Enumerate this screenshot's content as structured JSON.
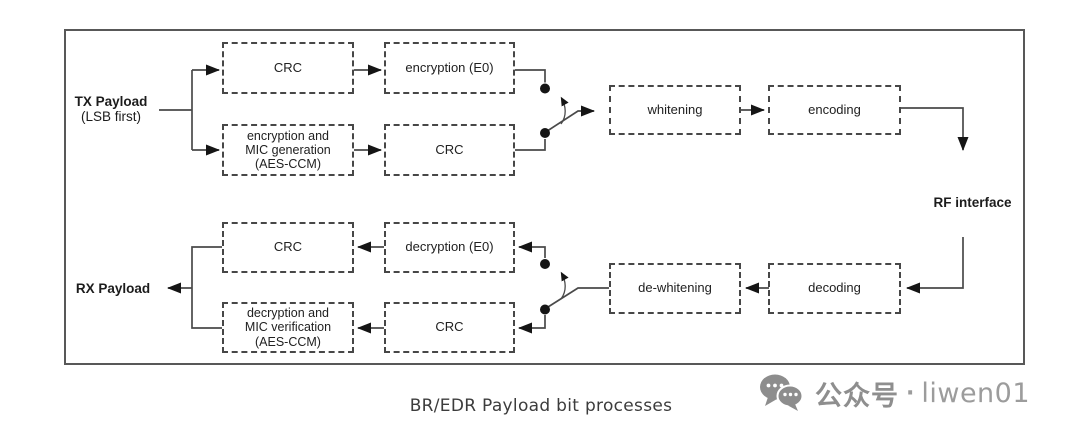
{
  "diagram": {
    "tx": {
      "label": "TX Payload",
      "sublabel": "(LSB first)"
    },
    "rx": {
      "label": "RX Payload"
    },
    "rf": {
      "label": "RF interface"
    },
    "boxes": [
      {
        "id": "tx-crc-upper",
        "label": "CRC"
      },
      {
        "id": "tx-encryption-e0",
        "label": "encryption (E0)"
      },
      {
        "id": "tx-aes-ccm",
        "label": "encryption and\nMIC generation\n(AES-CCM)"
      },
      {
        "id": "tx-crc-lower",
        "label": "CRC"
      },
      {
        "id": "whitening",
        "label": "whitening"
      },
      {
        "id": "encoding",
        "label": "encoding"
      },
      {
        "id": "rx-crc-upper",
        "label": "CRC"
      },
      {
        "id": "rx-decryption-e0",
        "label": "decryption (E0)"
      },
      {
        "id": "rx-aes-ccm",
        "label": "decryption and\nMIC verification\n(AES-CCM)"
      },
      {
        "id": "rx-crc-lower",
        "label": "CRC"
      },
      {
        "id": "de-whitening",
        "label": "de-whitening"
      },
      {
        "id": "decoding",
        "label": "decoding"
      }
    ]
  },
  "caption": "BR/EDR Payload bit processes",
  "watermark": {
    "icon": "wechat-logo",
    "account_text": "公众号",
    "separator": "·",
    "handle": "liwen01"
  },
  "colors": {
    "line": "#4a4a4a",
    "arrow": "#151515",
    "frame": "#585858",
    "caption_text": "#3c3c3c",
    "watermark_gray": "#9c9c9c"
  }
}
